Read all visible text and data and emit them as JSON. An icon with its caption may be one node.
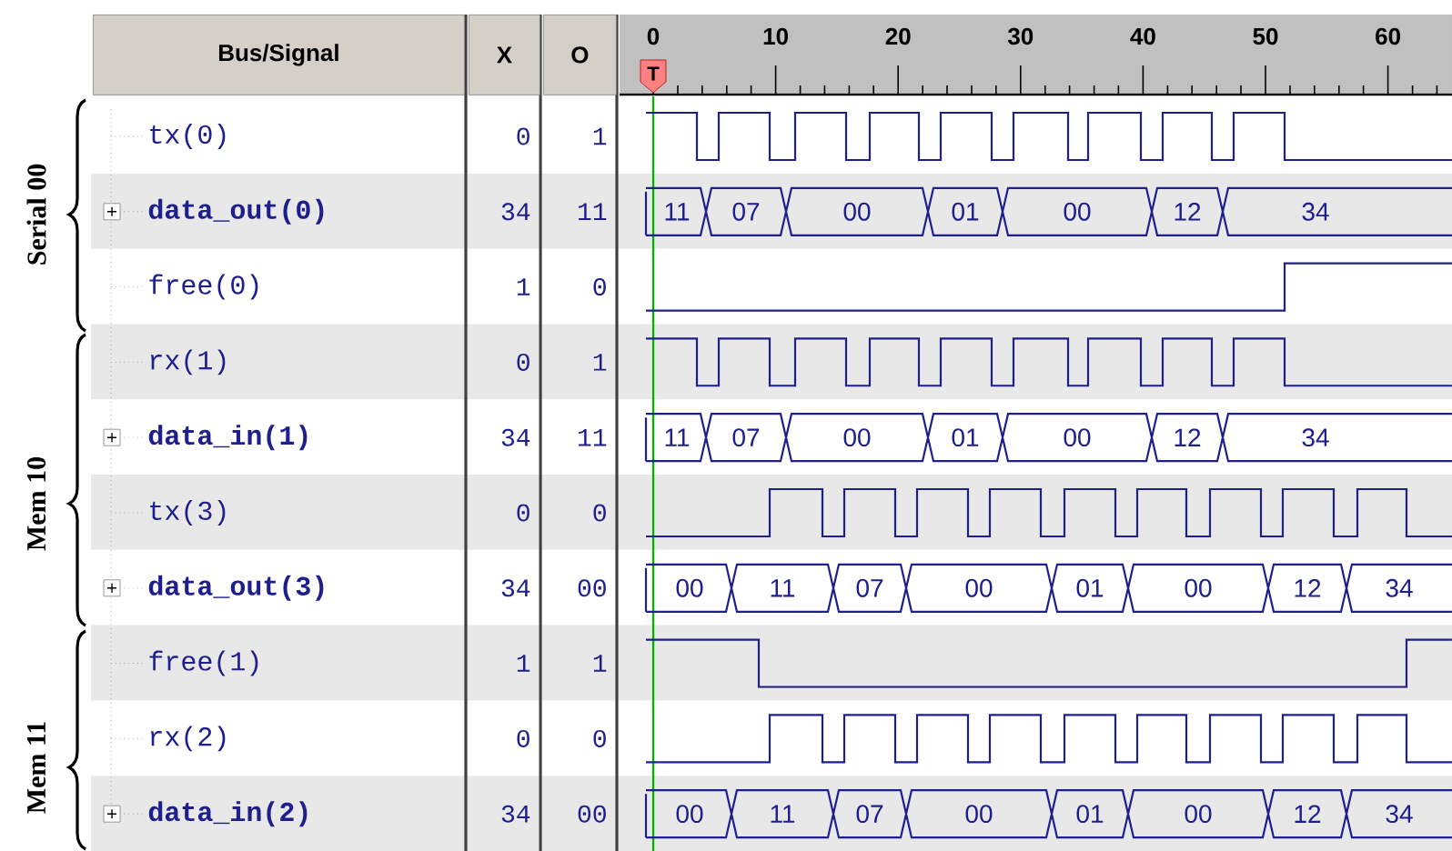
{
  "diagram": {
    "labels": [
      "Bus/Signal",
      "X",
      "O",
      "0",
      "10",
      "20",
      "30",
      "40",
      "50",
      "60",
      "T",
      "tx(0)",
      "0",
      "1",
      "data_out(0)",
      "34",
      "11",
      "11",
      "07",
      "00",
      "01",
      "00",
      "12",
      "34",
      "free(0)",
      "1",
      "0",
      "rx(1)",
      "0",
      "1",
      "data_in(1)",
      "34",
      "11",
      "11",
      "07",
      "00",
      "01",
      "00",
      "12",
      "34",
      "tx(3)",
      "0",
      "0",
      "data_out(3)",
      "34",
      "00",
      "00",
      "11",
      "07",
      "00",
      "01",
      "00",
      "12",
      "34",
      "free(1)",
      "1",
      "1",
      "rx(2)",
      "0",
      "0",
      "data_in(2)",
      "34",
      "00",
      "00",
      "11",
      "07",
      "00",
      "01",
      "00",
      "12",
      "34",
      "Serial 00",
      "Mem 10",
      "Mem 11"
    ]
  }
}
